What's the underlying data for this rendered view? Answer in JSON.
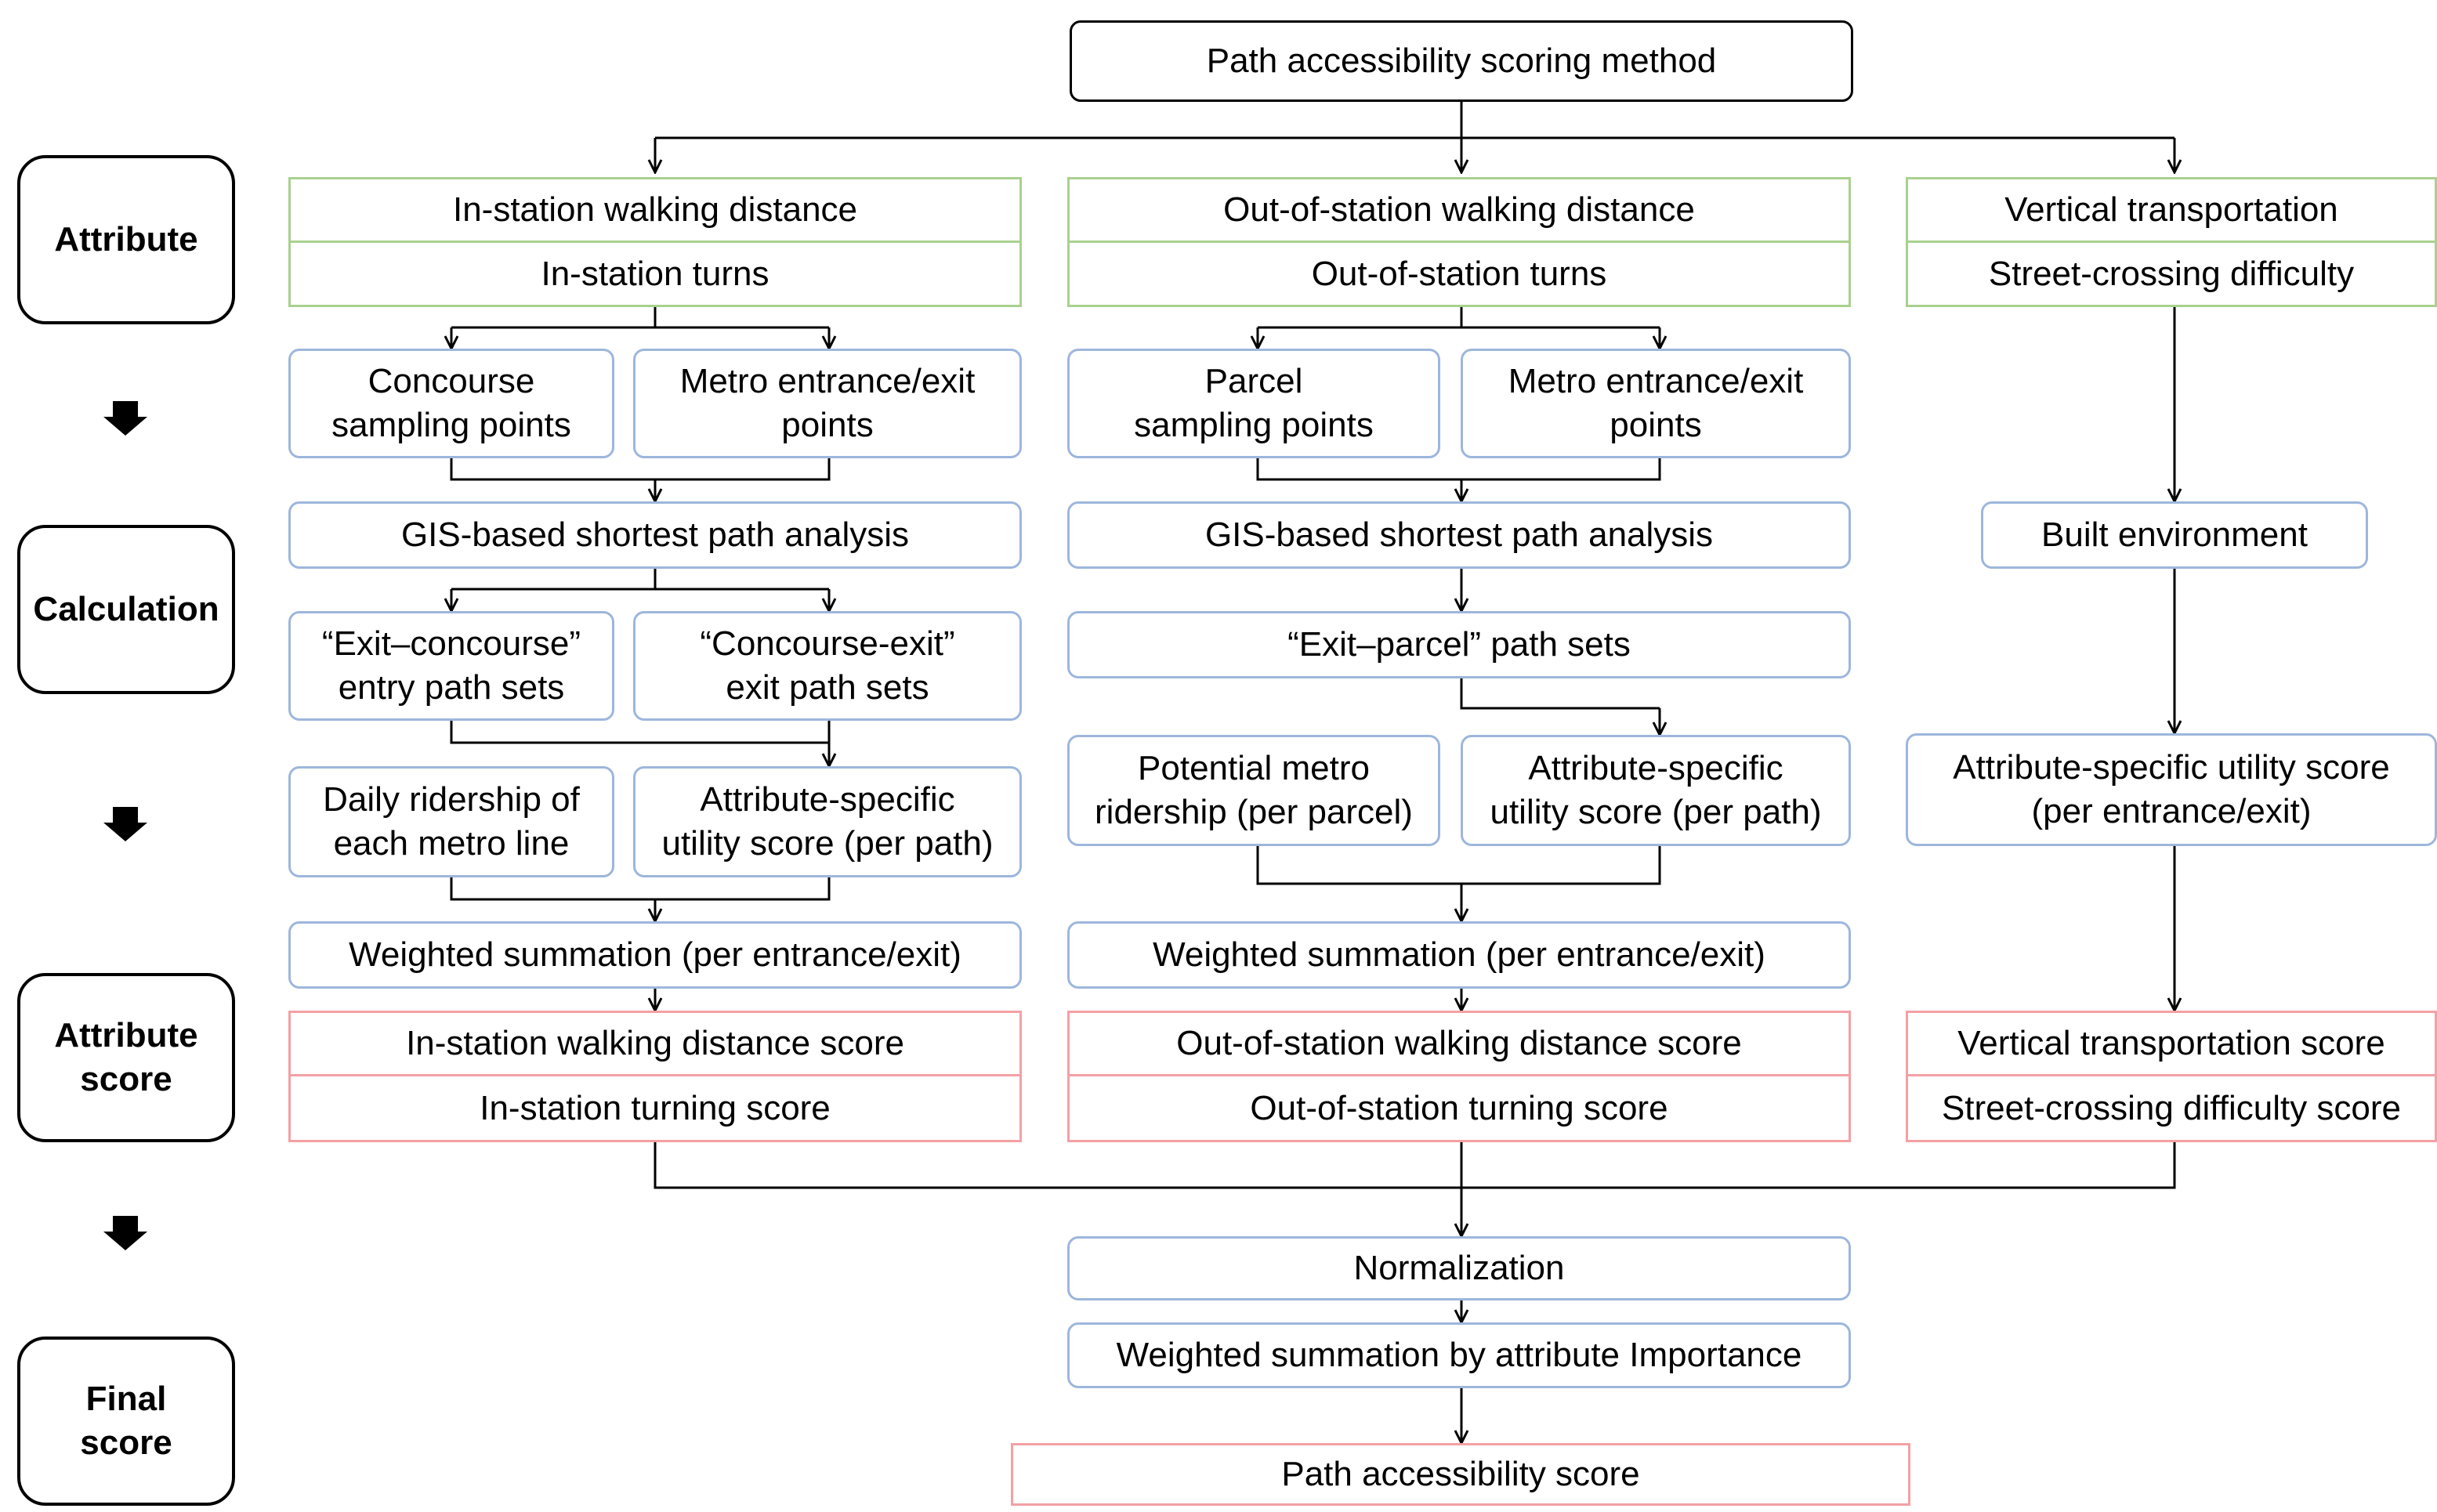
{
  "title": "Path accessibility scoring method",
  "stages": {
    "attribute": "Attribute",
    "calculation": "Calculation",
    "attribute_score_line1": "Attribute",
    "attribute_score_line2": "score",
    "final_line1": "Final",
    "final_line2": "score"
  },
  "col1": {
    "attr1": "In-station walking distance",
    "attr2": "In-station turns",
    "sp1_line1": "Concourse",
    "sp1_line2": "sampling points",
    "sp2_line1": "Metro entrance/exit",
    "sp2_line2": "points",
    "gis": "GIS-based shortest path analysis",
    "ps1_line1": "“Exit–concourse”",
    "ps1_line2": "entry path sets",
    "ps2_line1": "“Concourse-exit”",
    "ps2_line2": "exit path sets",
    "d1_line1": "Daily ridership of",
    "d1_line2": "each metro line",
    "d2_line1": "Attribute-specific",
    "d2_line2": "utility score (per path)",
    "weighted": "Weighted summation (per entrance/exit)",
    "score1": "In-station walking distance score",
    "score2": "In-station turning score"
  },
  "col2": {
    "attr1": "Out-of-station walking distance",
    "attr2": "Out-of-station turns",
    "sp1_line1": "Parcel",
    "sp1_line2": "sampling points",
    "sp2_line1": "Metro entrance/exit",
    "sp2_line2": "points",
    "gis": "GIS-based shortest path analysis",
    "pathset": "“Exit–parcel” path sets",
    "d1_line1": "Potential metro",
    "d1_line2": "ridership (per parcel)",
    "d2_line1": "Attribute-specific",
    "d2_line2": "utility score (per path)",
    "weighted": "Weighted summation (per entrance/exit)",
    "score1": "Out-of-station walking distance score",
    "score2": "Out-of-station turning score"
  },
  "col3": {
    "attr1": "Vertical transportation",
    "attr2": "Street-crossing difficulty",
    "built": "Built environment",
    "util_line1": "Attribute-specific utility score",
    "util_line2": "(per entrance/exit)",
    "score1": "Vertical transportation score",
    "score2": "Street-crossing difficulty score"
  },
  "final": {
    "normalization": "Normalization",
    "weighted_importance": "Weighted summation by attribute Importance",
    "result": "Path accessibility score"
  },
  "colors": {
    "attribute_border": "#a9d18e",
    "process_border": "#9db6dc",
    "score_border": "#f4a0a4",
    "line": "#000000"
  }
}
